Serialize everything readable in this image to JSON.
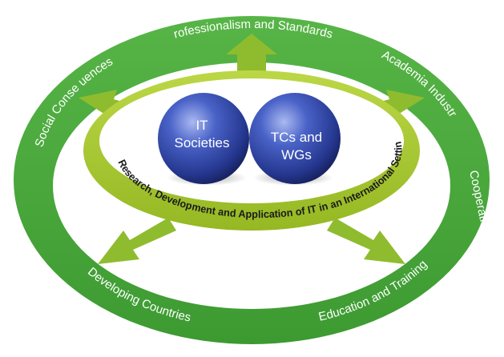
{
  "outer_ring": {
    "top": "rofessionalism and Standards",
    "top_right": "Academia Industr",
    "right": "Cooperation",
    "left": "Social Conse uences",
    "bottom_left": "Developing Countries",
    "bottom_right": "Education and Training"
  },
  "inner_ring_text": "Research, Development and Application of IT in an International Setting",
  "spheres": [
    {
      "line1": "IT",
      "line2": "Societies"
    },
    {
      "line1": "TCs and",
      "line2": "WGs"
    }
  ],
  "colors": {
    "outer_ring": "#43a736",
    "inner_ring": "#a9c92d",
    "arrow": "#8fbc2e",
    "sphere": "#2a3f9c",
    "text_on_ring": "#ffffff",
    "text_on_inner": "#1a1a1a"
  }
}
